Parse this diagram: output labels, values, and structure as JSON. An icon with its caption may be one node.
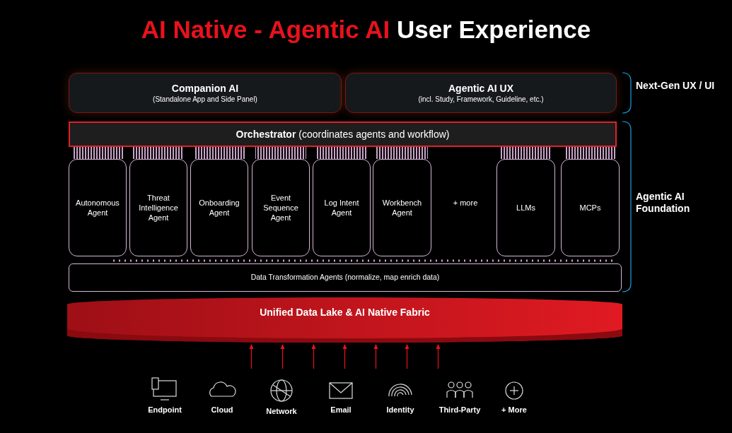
{
  "diagram": {
    "title": "AI Native - Agentic AI User Experience",
    "nodes": [
      {
        "text": [
          "Companion AI",
          "(Standalone App and Side Panel)"
        ]
      },
      {
        "text": [
          "Agentic AI UX",
          "(incl. Study, Framework, Guideline, etc.)"
        ]
      },
      {
        "text": [
          "**Orchestrator** (coordinates agents and workflow)"
        ]
      },
      {
        "text": [
          "Autonomous Agent"
        ]
      },
      {
        "text": [
          "Threat Intelligence Agent"
        ]
      },
      {
        "text": [
          "Onboarding Agent"
        ]
      },
      {
        "text": [
          "Event Sequence Agent"
        ]
      },
      {
        "text": [
          "Log Intent Agent"
        ]
      },
      {
        "text": [
          "Workbench Agent"
        ]
      },
      {
        "text": [
          "LLMs"
        ]
      },
      {
        "text": [
          "MCPs"
        ]
      },
      {
        "text": [
          "Data Transformation Agents (normalize, map enrich data)"
        ]
      },
      {
        "text": [
          "Unified Data Lake & AI Native Fabric"
        ]
      }
    ],
    "edges": [
      {
        "from": 2,
        "to": 3,
        "arrow": "none"
      },
      {
        "from": 2,
        "to": 4,
        "arrow": "none"
      },
      {
        "from": 2,
        "to": 5,
        "arrow": "none"
      },
      {
        "from": 2,
        "to": 6,
        "arrow": "none"
      },
      {
        "from": 2,
        "to": 7,
        "arrow": "none"
      },
      {
        "from": 2,
        "to": 8,
        "arrow": "none"
      },
      {
        "from": 2,
        "to": 9,
        "arrow": "none"
      },
      {
        "from": 2,
        "to": 10,
        "arrow": "none"
      },
      {
        "from": null,
        "to": 12,
        "arrow": "to",
        "color": "#e8121c"
      },
      {
        "from": null,
        "to": 12,
        "arrow": "to",
        "color": "#e8121c"
      },
      {
        "from": null,
        "to": 12,
        "arrow": "to",
        "color": "#e8121c"
      },
      {
        "from": null,
        "to": 12,
        "arrow": "to",
        "color": "#e8121c"
      },
      {
        "from": null,
        "to": 12,
        "arrow": "to",
        "color": "#e8121c"
      },
      {
        "from": null,
        "to": 12,
        "arrow": "to",
        "color": "#e8121c"
      },
      {
        "from": null,
        "to": 12,
        "arrow": "to",
        "color": "#e8121c"
      }
    ],
    "labels": [
      "+ more",
      "Next-Gen UX / UI",
      "Agentic AI Foundation",
      "Endpoint",
      "Cloud",
      "Network",
      "Email",
      "Identity",
      "Third-Party",
      "+ More"
    ]
  }
}
